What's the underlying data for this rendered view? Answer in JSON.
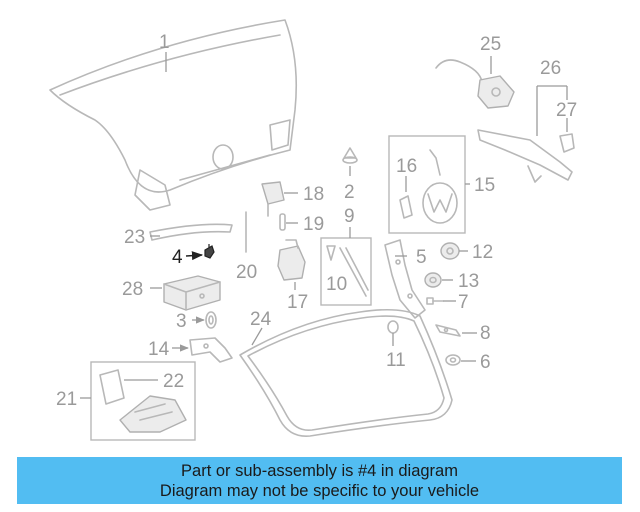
{
  "diagram": {
    "highlight_part": "4",
    "callouts": [
      "1",
      "2",
      "3",
      "4",
      "5",
      "6",
      "7",
      "8",
      "9",
      "10",
      "11",
      "12",
      "13",
      "14",
      "15",
      "16",
      "17",
      "18",
      "19",
      "20",
      "21",
      "22",
      "23",
      "24",
      "25",
      "26",
      "27",
      "28"
    ]
  },
  "banner": {
    "line1": "Part or sub-assembly is #4 in diagram",
    "line2": "Diagram may not be specific to your vehicle"
  },
  "colors": {
    "banner_bg": "#52bdf2",
    "highlight": "#222222",
    "line_art": "#b8b8b8"
  }
}
